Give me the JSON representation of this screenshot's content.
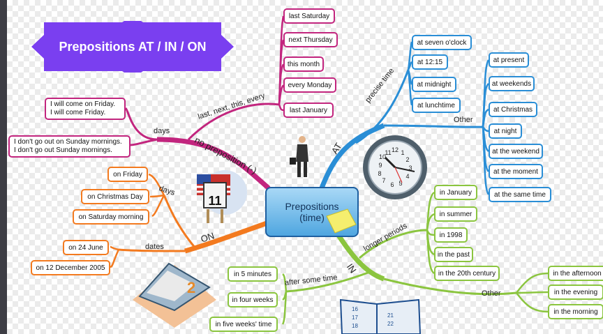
{
  "title": "Prepositions AT / IN / ON",
  "center": {
    "line1": "Prepositions",
    "line2": "(time)"
  },
  "branches": {
    "at": "AT",
    "in": "IN",
    "on": "ON",
    "no_preposition": "no preposition (-)",
    "last_next": "last, next, this, every",
    "days_left": "days",
    "precise_time": "precise time",
    "at_other": "Other",
    "on_days": "days",
    "on_dates": "dates",
    "longer_periods": "longer periods",
    "after_some_time": "after some time",
    "in_other": "Other"
  },
  "no_prep_items": [
    "last Saturday",
    "next Thursday",
    "this month",
    "every Monday",
    "last January"
  ],
  "no_prep_examples": [
    [
      "I will come on Friday.",
      "I will come Friday."
    ],
    [
      "I don't go out on Sunday mornings.",
      "I don't go out Sunday mornings."
    ]
  ],
  "at_precise": [
    "at seven o'clock",
    "at 12:15",
    "at midnight",
    "at lunchtime"
  ],
  "at_other_items": [
    "at present",
    "at weekends",
    "at Christmas",
    "at night",
    "at the weekend",
    "at the moment",
    "at the same time"
  ],
  "on_days_items": [
    "on Friday",
    "on Christmas Day",
    "on Saturday morning"
  ],
  "on_dates_items": [
    "on 24 June",
    "on 12 December 2005"
  ],
  "in_longer": [
    "in January",
    "in summer",
    "in 1998",
    "in the past",
    "in the 20th century"
  ],
  "in_after": [
    "in 5 minutes",
    "in four weeks",
    "in five weeks' time"
  ],
  "in_other_items": [
    "in the afternoon",
    "in the evening",
    "in the morning"
  ],
  "calendar_number": "2",
  "calendar_flag_number": "11",
  "clock_numbers": [
    "11",
    "12",
    "1",
    "2",
    "3",
    "4",
    "5",
    "6",
    "7",
    "8",
    "9",
    "10"
  ],
  "book_numbers": [
    "16",
    "17",
    "18",
    "21",
    "22"
  ],
  "colors": {
    "at": "#2a8ed6",
    "in": "#8bc53f",
    "on": "#f37a1f",
    "no_prep": "#c2257e",
    "banner": "#7a3ff0"
  }
}
